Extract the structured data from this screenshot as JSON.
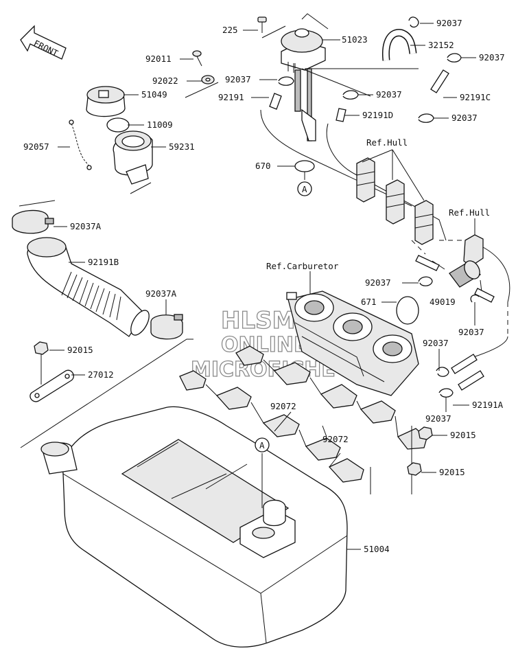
{
  "labels": {
    "p225": "225",
    "p51023": "51023",
    "p92037_a": "92037",
    "p32152": "32152",
    "p92037_b": "92037",
    "p92011": "92011",
    "p92022": "92022",
    "p51049": "51049",
    "p92037_c": "92037",
    "p92191": "92191",
    "p92037_d": "92037",
    "p92191C": "92191C",
    "p11009": "11009",
    "p92191D": "92191D",
    "p92037_e": "92037",
    "p92057": "92057",
    "p59231": "59231",
    "refhull_1": "Ref.Hull",
    "p670": "670",
    "marker_a1": "A",
    "p92037A_1": "92037A",
    "refhull_2": "Ref.Hull",
    "p92191B": "92191B",
    "refcarb": "Ref.Carburetor",
    "p92037_f": "92037",
    "p671": "671",
    "p49019": "49019",
    "p92037A_2": "92037A",
    "p92037_g": "92037",
    "p92015_a": "92015",
    "p92037_h": "92037",
    "p27012": "27012",
    "p92191A": "92191A",
    "p92037_i": "92037",
    "p92072_a": "92072",
    "p92072_b": "92072",
    "p92015_b": "92015",
    "marker_a2": "A",
    "p92015_c": "92015",
    "p51004": "51004",
    "front_arrow": "FRONT"
  },
  "watermark": {
    "line1": "HLSM",
    "line2": "ONLINE",
    "line3": "MICROFICHE"
  },
  "colors": {
    "ink": "#111111",
    "watermark_outline": "#8a8a8a",
    "background": "#ffffff"
  }
}
